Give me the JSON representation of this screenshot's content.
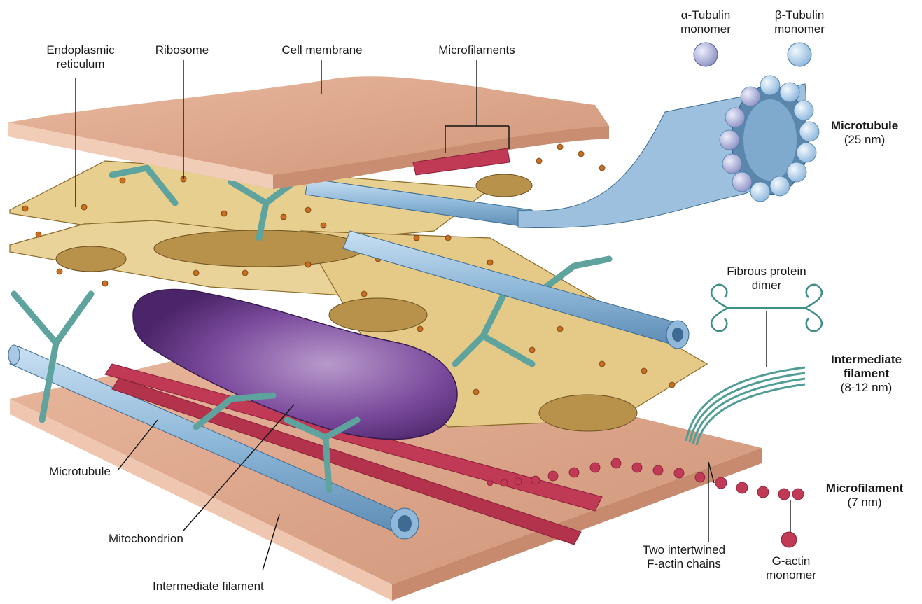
{
  "labels": {
    "endoplasmic_reticulum": [
      "Endoplasmic",
      "reticulum"
    ],
    "ribosome": "Ribosome",
    "cell_membrane": "Cell membrane",
    "microfilaments": "Microfilaments",
    "alpha_tubulin": [
      "α-Tubulin",
      "monomer"
    ],
    "beta_tubulin": [
      "β-Tubulin",
      "monomer"
    ],
    "microtubule_right": "Microtubule",
    "microtubule_right_size": "(25 nm)",
    "fibrous_protein_dimer": [
      "Fibrous protein",
      "dimer"
    ],
    "intermediate_filament_right": [
      "Intermediate",
      "filament"
    ],
    "intermediate_filament_right_size": "(8-12 nm)",
    "microfilament_right": "Microfilament",
    "microfilament_right_size": "(7 nm)",
    "f_actin": [
      "Two intertwined",
      "F-actin chains"
    ],
    "g_actin": [
      "G-actin",
      "monomer"
    ],
    "microtubule_left": "Microtubule",
    "mitochondrion": "Mitochondrion",
    "intermediate_filament_bottom": "Intermediate filament"
  },
  "colors": {
    "membrane": "#dba58a",
    "er": "#e7cf8f",
    "ribosome": "#c96f1f",
    "microtubule": "#8fb8d9",
    "tubulin_alpha": "#a9acd6",
    "tubulin_beta": "#b5d2ee",
    "intermediate": "#6fb3ad",
    "microfilament": "#c03a55",
    "mitochondrion": "#6a3a8c"
  }
}
